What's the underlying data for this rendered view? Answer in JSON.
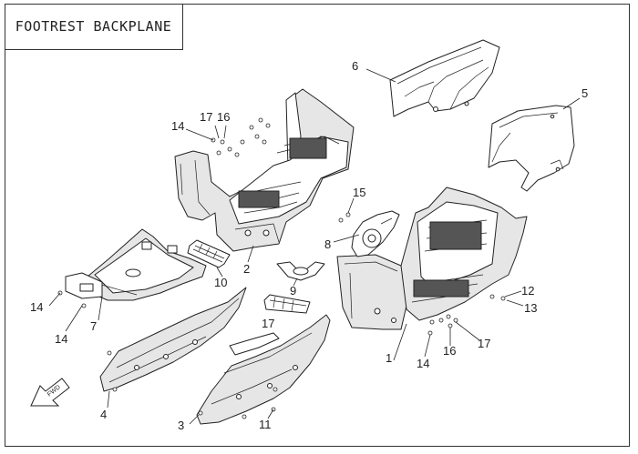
{
  "title": "FOOTREST BACKPLANE",
  "logo": {
    "text": "FWD"
  },
  "labels": [
    {
      "id": "1",
      "text": "1"
    },
    {
      "id": "2",
      "text": "2"
    },
    {
      "id": "3",
      "text": "3"
    },
    {
      "id": "4",
      "text": "4"
    },
    {
      "id": "5",
      "text": "5"
    },
    {
      "id": "6",
      "text": "6"
    },
    {
      "id": "7",
      "text": "7"
    },
    {
      "id": "8",
      "text": "8"
    },
    {
      "id": "9",
      "text": "9"
    },
    {
      "id": "10",
      "text": "10"
    },
    {
      "id": "11",
      "text": "11"
    },
    {
      "id": "12",
      "text": "12"
    },
    {
      "id": "13",
      "text": "13"
    },
    {
      "id": "14a",
      "text": "14"
    },
    {
      "id": "14b",
      "text": "14"
    },
    {
      "id": "14c",
      "text": "14"
    },
    {
      "id": "14d",
      "text": "14"
    },
    {
      "id": "15",
      "text": "15"
    },
    {
      "id": "16a",
      "text": "16"
    },
    {
      "id": "16b",
      "text": "16"
    },
    {
      "id": "17a",
      "text": "17"
    },
    {
      "id": "17b",
      "text": "17"
    },
    {
      "id": "17c",
      "text": "17"
    }
  ]
}
